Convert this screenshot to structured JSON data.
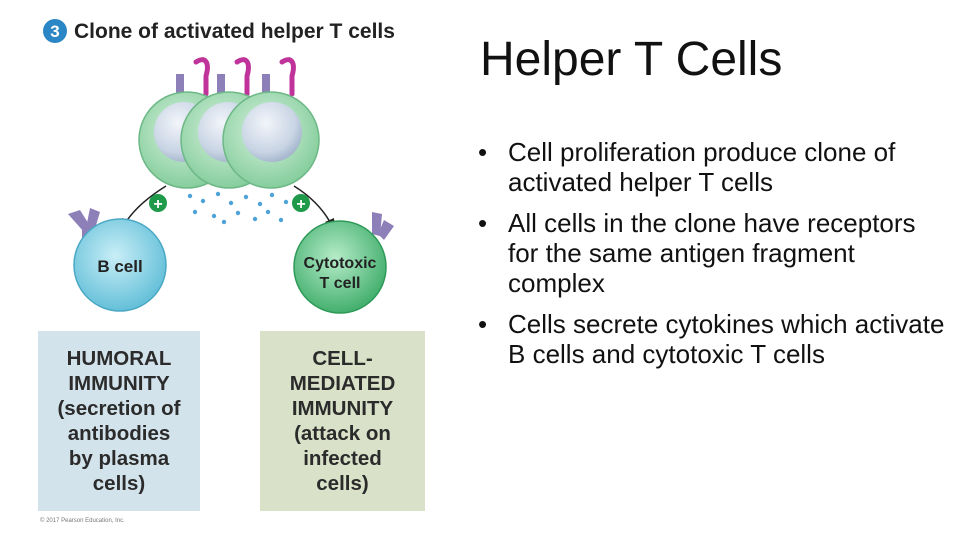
{
  "figure": {
    "step_number": "3",
    "step_title": "Clone of activated helper T cells",
    "plus_sign": "+",
    "b_cell_label": "B cell",
    "cytotoxic_label_line1": "Cytotoxic",
    "cytotoxic_label_line2": "T cell",
    "humoral_box_lines": [
      "HUMORAL",
      "IMMUNITY",
      "(secretion of",
      "antibodies",
      "by plasma",
      "cells)"
    ],
    "cell_mediated_box_lines": [
      "CELL-",
      "MEDIATED",
      "IMMUNITY",
      "(attack on",
      "infected",
      "cells)"
    ],
    "copyright": "© 2017 Pearson Education, Inc."
  },
  "slide": {
    "title": "Helper T Cells",
    "bullet_symbol": "•",
    "bullets": [
      "Cell proliferation produce clone of activated helper T cells",
      "All cells in the clone have receptors for the same antigen fragment complex",
      "Cells secrete cytokines which activate B cells and cytotoxic T cells"
    ]
  },
  "colors": {
    "step_badge": "#2a86c4",
    "helper_t_cell": "#a8dcb8",
    "nucleus": "#c8d4e4",
    "receptor_magenta": "#c0339a",
    "receptor_purple": "#8d7fb8",
    "b_cell": "#8fd3e6",
    "cytotoxic_cell": "#5fc486",
    "plus_badge": "#1f9a4a",
    "humoral_box": "#d3e3ec",
    "cell_mediated_box": "#d9e2c8"
  }
}
